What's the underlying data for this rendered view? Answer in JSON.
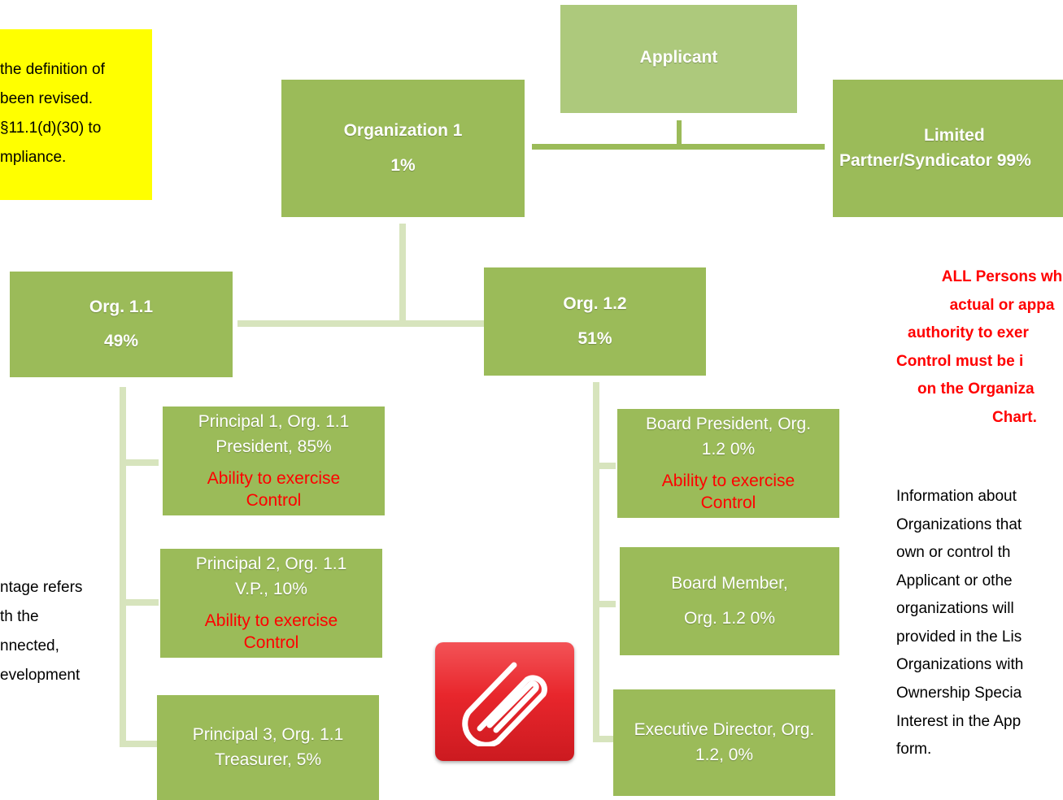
{
  "note": {
    "lines": [
      "the definition of",
      "been revised.",
      "§11.1(d)(30) to",
      "mpliance."
    ],
    "color": "#ffff00"
  },
  "nodes": {
    "applicant": {
      "label": "Applicant"
    },
    "org1": {
      "label": "Organization 1",
      "pct": "1%"
    },
    "limited": {
      "line1": "Limited",
      "line2": "Partner/Syndicator 99%"
    },
    "org11": {
      "label": "Org. 1.1",
      "pct": "49%"
    },
    "org12": {
      "label": "Org. 1.2",
      "pct": "51%"
    },
    "p1": {
      "line1": "Principal 1, Org. 1.1",
      "line2": "President, 85%",
      "control1": "Ability to exercise",
      "control2": "Control"
    },
    "p2": {
      "line1": "Principal 2, Org. 1.1",
      "line2": "V.P., 10%",
      "control1": "Ability to exercise",
      "control2": "Control"
    },
    "p3": {
      "line1": "Principal 3, Org. 1.1",
      "line2": "Treasurer, 5%"
    },
    "bp": {
      "line1": "Board President, Org.",
      "line2": "1.2 0%",
      "control1": "Ability to exercise",
      "control2": "Control"
    },
    "bm": {
      "line1": "Board Member,",
      "line2": "Org. 1.2 0%"
    },
    "ed": {
      "line1": "Executive Director, Org.",
      "line2": "1.2, 0%"
    }
  },
  "left_text": [
    "ntage refers",
    "th the",
    "nnected,",
    "evelopment"
  ],
  "red_text": [
    "ALL Persons wh",
    "actual or appa",
    "authority to exer",
    "Control must be i",
    "on the Organiza",
    "Chart."
  ],
  "info_text": [
    "Information about",
    "Organizations that",
    "own or control th",
    "Applicant or othe",
    "organizations will",
    "provided in the Lis",
    "Organizations with",
    "Ownership Specia",
    "Interest in the App",
    "form."
  ],
  "icons": {
    "attachment": "paperclip-icon"
  },
  "colors": {
    "box": "#9bbb59",
    "box_light": "#adc97c",
    "control_text": "#ff0000"
  }
}
